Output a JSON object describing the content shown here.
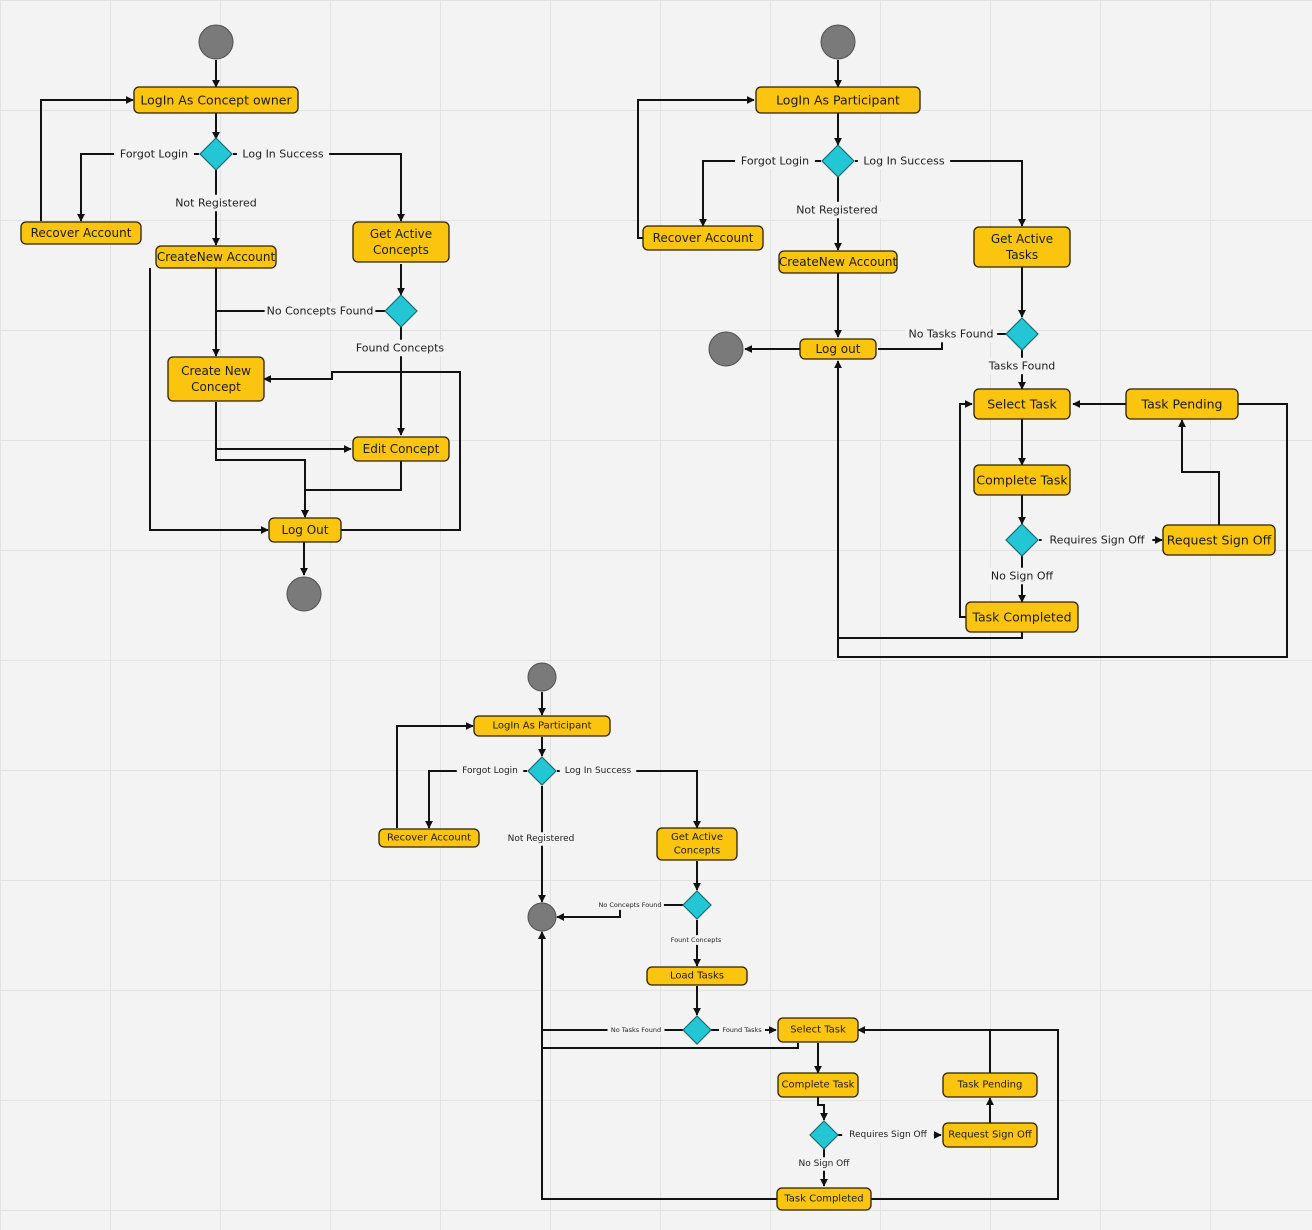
{
  "diagrams": [
    {
      "id": "concept-owner-flow",
      "nodes": {
        "login": "LogIn As Concept owner",
        "recover": "Recover Account",
        "create_account": "CreateNew Account",
        "get_active": [
          "Get Active",
          "Concepts"
        ],
        "create_concept": [
          "Create New",
          "Concept"
        ],
        "edit_concept": "Edit Concept",
        "logout": "Log Out"
      },
      "labels": {
        "forgot_login": "Forgot Login",
        "login_success": "Log In Success",
        "not_registered": "Not Registered",
        "no_concepts": "No Concepts Found",
        "found_concepts": "Found Concepts"
      }
    },
    {
      "id": "participant-flow",
      "nodes": {
        "login": "LogIn As Participant",
        "recover": "Recover Account",
        "create_account": "CreateNew Account",
        "get_active": [
          "Get Active",
          "Tasks"
        ],
        "logout": "Log out",
        "select_task": "Select Task",
        "task_pending": "Task Pending",
        "complete_task": "Complete Task",
        "request_signoff": "Request Sign Off",
        "task_completed": "Task Completed"
      },
      "labels": {
        "forgot_login": "Forgot Login",
        "login_success": "Log In Success",
        "not_registered": "Not Registered",
        "no_tasks": "No Tasks Found",
        "tasks_found": "Tasks Found",
        "requires_signoff": "Requires Sign Off",
        "no_signoff": "No Sign Off"
      }
    },
    {
      "id": "participant-concepts-flow",
      "nodes": {
        "login": "LogIn As Participant",
        "recover": "Recover Account",
        "get_active": [
          "Get Active",
          "Concepts"
        ],
        "load_tasks": "Load Tasks",
        "select_task": "Select Task",
        "complete_task": "Complete Task",
        "task_pending": "Task Pending",
        "request_signoff": "Request Sign Off",
        "task_completed": "Task Completed"
      },
      "labels": {
        "forgot_login": "Forgot Login",
        "login_success": "Log In Success",
        "not_registered": "Not Registered",
        "no_concepts": "No Concepts Found",
        "fount_concepts": "Fount Concepts",
        "no_tasks": "No Tasks Found",
        "found_tasks": "Found Tasks",
        "requires_signoff": "Requires Sign Off",
        "no_signoff": "No Sign Off"
      }
    }
  ],
  "colors": {
    "action_fill": "#fbc40f",
    "decision_fill": "#22c6d4",
    "terminal_fill": "#7a7a7a",
    "edge": "#111111",
    "background": "#f3f3f3"
  }
}
